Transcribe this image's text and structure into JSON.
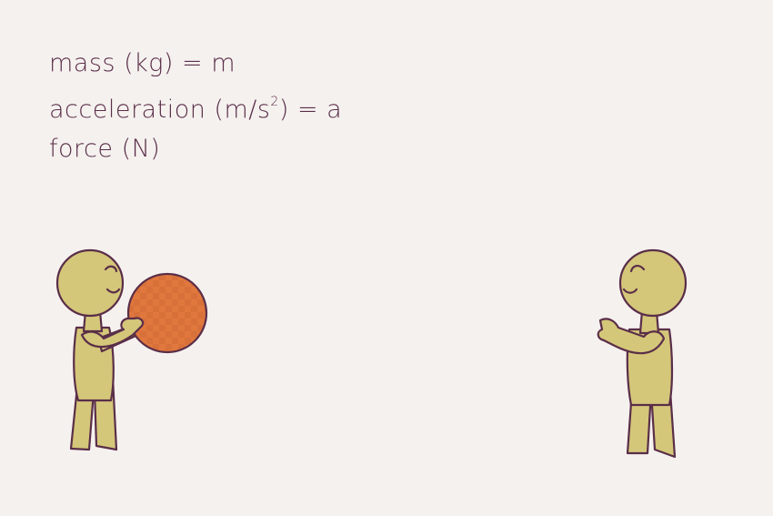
{
  "labels": {
    "mass": "mass (kg) = m",
    "acceleration_before_sup": "acceleration (m/s",
    "acceleration_sup": "2",
    "acceleration_after_sup": ") = a",
    "force": "force (N)"
  },
  "colors": {
    "background": "#f5f1ef",
    "ink": "#5a2e48",
    "figure_fill": "#d4c77a",
    "ball_fill": "#e0783e"
  },
  "icons": [
    "person-icon",
    "ball-icon"
  ]
}
